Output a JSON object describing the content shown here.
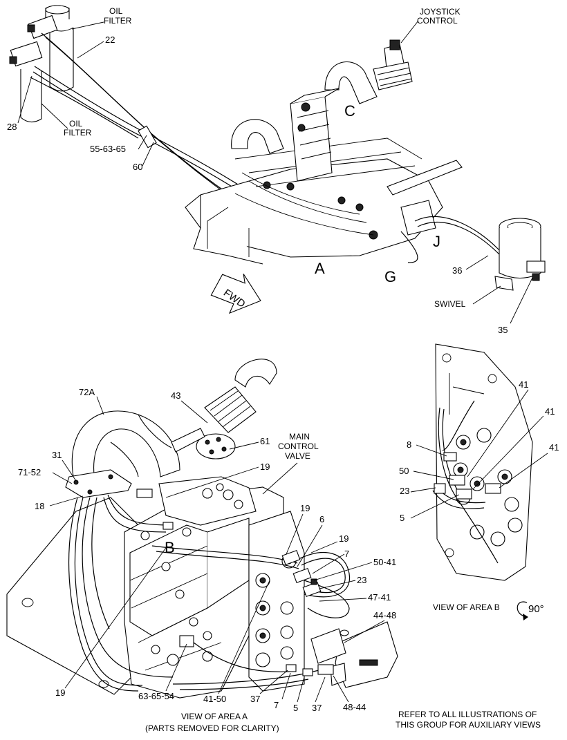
{
  "top_view": {
    "labels": {
      "oil_filter_top": "OIL FILTER",
      "oil_filter_left": "OIL FILTER",
      "joystick_control": "JOYSTICK CONTROL",
      "swivel": "SWIVEL",
      "fwd": "FWD"
    },
    "callouts": [
      "22",
      "28",
      "55-63-65",
      "60",
      "36",
      "35"
    ],
    "areas": [
      "C",
      "A",
      "G",
      "J"
    ]
  },
  "view_a": {
    "labels": {
      "main_control_valve": "MAIN CONTROL VALVE",
      "caption_line1": "VIEW OF AREA  A",
      "caption_line2": "(PARTS REMOVED FOR CLARITY)"
    },
    "area": "B",
    "callouts": [
      "72A",
      "43",
      "61",
      "31",
      "71-52",
      "18",
      "19",
      "19",
      "6",
      "19",
      "7",
      "50-41",
      "23",
      "47-41",
      "44-48",
      "19",
      "63-65-54",
      "41-50",
      "37",
      "7",
      "5",
      "37",
      "48-44"
    ]
  },
  "view_b": {
    "labels": {
      "caption": "VIEW OF AREA B",
      "rotation": "90°"
    },
    "callouts": [
      "41",
      "41",
      "41",
      "8",
      "50",
      "23",
      "5"
    ]
  },
  "footer": {
    "line1": "REFER TO ALL ILLUSTRATIONS OF",
    "line2": "THIS GROUP FOR AUXILIARY VIEWS"
  }
}
